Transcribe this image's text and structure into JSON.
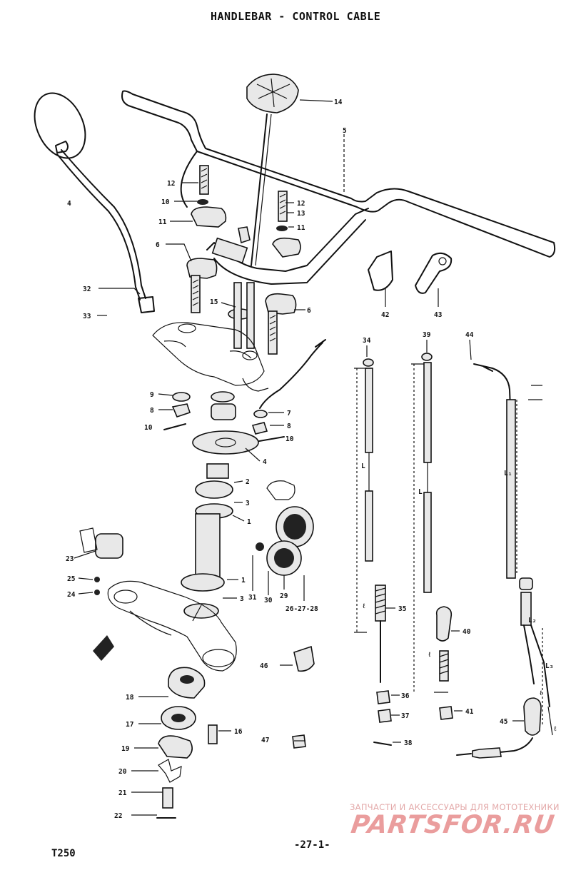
{
  "header": {
    "title": "HANDLEBAR - CONTROL CABLE"
  },
  "footer": {
    "model": "T250",
    "page": "-27-1-"
  },
  "watermark": {
    "tagline": "ЗАПЧАСТИ И АКСЕССУАРЫ ДЛЯ МОТОТЕХНИКИ",
    "logo": "PARTSFOR.RU"
  },
  "callouts": {
    "c14": "14",
    "c5": "5",
    "c4a": "4",
    "c12a": "12",
    "c10a": "10",
    "c11a": "11",
    "c12b": "12",
    "c13": "13",
    "c11b": "11",
    "c6a": "6",
    "c15": "15",
    "c6b": "6",
    "c32": "32",
    "c33": "33",
    "c42": "42",
    "c43": "43",
    "c34": "34",
    "c39": "39",
    "c44": "44",
    "c9a": "9",
    "c8a": "8",
    "c10b": "10",
    "c7": "7",
    "c8b": "8",
    "c10c": "10",
    "c4b": "4",
    "c2a": "2",
    "c3a": "3",
    "c1a": "1",
    "c23": "23",
    "c25": "25",
    "c24": "24",
    "c1b": "1",
    "c3b": "3",
    "c31": "31",
    "c30": "30",
    "c29": "29",
    "c26": "26-27-28",
    "c35": "35",
    "c40": "40",
    "c46": "46",
    "c36": "36",
    "c37": "37",
    "c41": "41",
    "c47": "47",
    "c38": "38",
    "c45": "45",
    "c18": "18",
    "c17": "17",
    "c19": "19",
    "c16": "16",
    "c20": "20",
    "c21": "21",
    "c22": "22",
    "L1": "L",
    "L2": "L",
    "L3": "L₁",
    "L4": "L₂",
    "L5": "L₃",
    "l1": "ℓ",
    "l2": "ℓ",
    "l3": "ℓ",
    "l4": "ℓ"
  }
}
